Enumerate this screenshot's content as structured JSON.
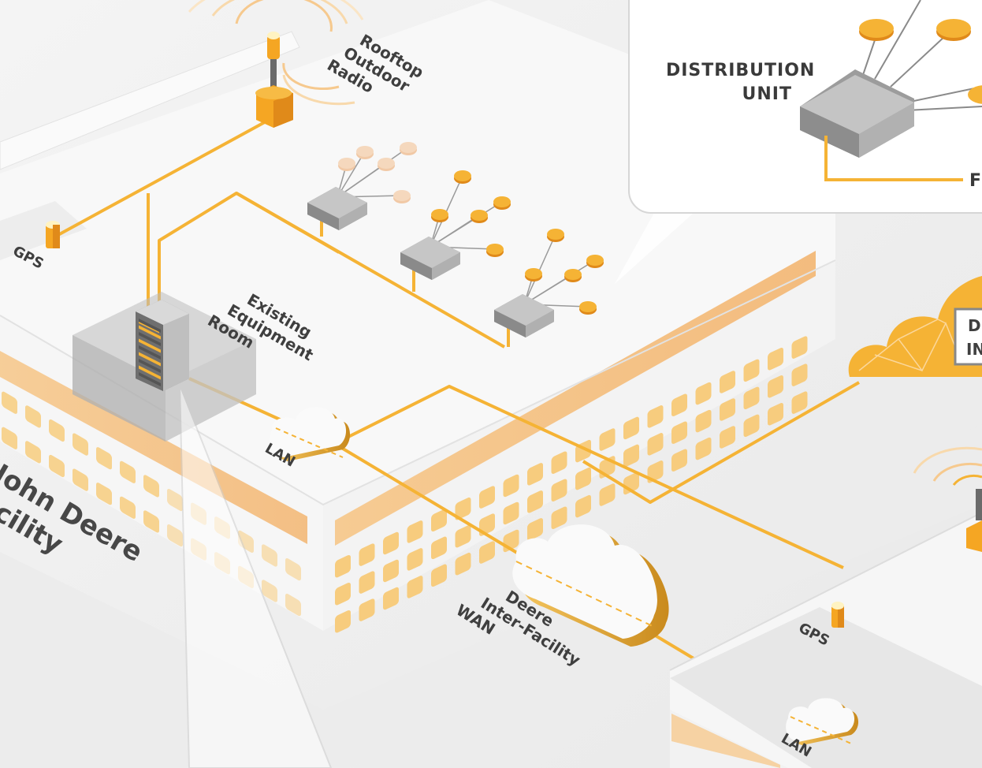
{
  "diagram": {
    "labels": {
      "rooftop_radio": [
        "Rooftop",
        "Outdoor",
        "Radio"
      ],
      "gps_main": "GPS",
      "equipment_room": [
        "Existing",
        "Equipment",
        "Room"
      ],
      "lan_main": "LAN",
      "facility": [
        "John Deere",
        "Facility"
      ],
      "wan": [
        "Deere",
        "Inter-Facility",
        "WAN"
      ],
      "gps_right": "GPS",
      "lan_right": "LAN",
      "callout_title": [
        "DISTRIBUTION",
        "UNIT"
      ],
      "callout_cut_text": "F",
      "cloud_sign": [
        "D",
        "IN"
      ]
    },
    "colors": {
      "accent": "#f5b335",
      "accent_dark": "#e08a1a",
      "building": "#f7f7f7",
      "device": "#bdbdbd",
      "text": "#3f3f3f"
    },
    "icons": {
      "radio": "antenna-icon",
      "gps": "gps-icon",
      "server": "server-rack-icon",
      "cloud": "cloud-icon",
      "distribution_unit": "distribution-unit-icon"
    }
  }
}
